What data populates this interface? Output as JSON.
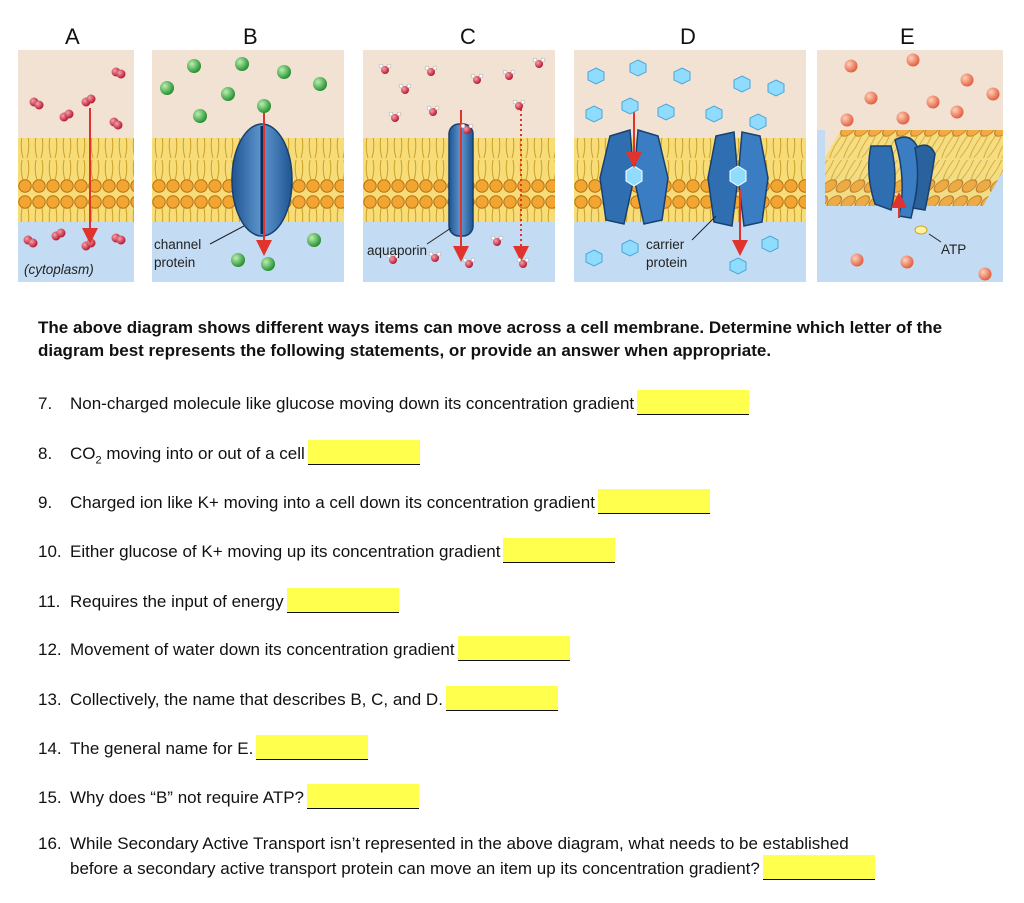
{
  "diagram": {
    "panels": [
      {
        "letter": "A",
        "labels": [
          "(cytoplasm)"
        ]
      },
      {
        "letter": "B",
        "labels": [
          "channel",
          "protein"
        ]
      },
      {
        "letter": "C",
        "labels": [
          "aquaporin"
        ]
      },
      {
        "letter": "D",
        "labels": [
          "carrier",
          "protein"
        ]
      },
      {
        "letter": "E",
        "labels": [
          "ATP"
        ]
      }
    ],
    "colors": {
      "extracellular": "#f2e2d4",
      "cytoplasm": "#c3dcf3",
      "lipid_head": "#f2a531",
      "lipid_tail": "#f7dc78",
      "protein": "#2f6fb1",
      "arrow": "#e0332e"
    }
  },
  "instructions": "The above diagram shows different ways items can move across a cell membrane.  Determine which letter of the diagram best represents the following statements, or provide an answer when appropriate.",
  "questions": [
    {
      "num": "7.",
      "text": "Non-charged molecule like glucose moving down its concentration gradient"
    },
    {
      "num": "8.",
      "text_before": "CO",
      "subscript": "2",
      "text_after": " moving into or out of a cell"
    },
    {
      "num": "9.",
      "text": "Charged ion like K+ moving into a cell down its concentration gradient"
    },
    {
      "num": "10.",
      "text": "Either glucose of K+ moving up its concentration gradient"
    },
    {
      "num": "11.",
      "text": "Requires the input of energy"
    },
    {
      "num": "12.",
      "text": "Movement of water down its concentration gradient"
    },
    {
      "num": "13.",
      "text": "Collectively, the name that describes B, C, and D."
    },
    {
      "num": "14.",
      "text": "The general name for E."
    },
    {
      "num": "15.",
      "text": "Why does “B” not require ATP?"
    },
    {
      "num": "16.",
      "line1": "While Secondary Active Transport isn’t represented in the above diagram, what needs to be established",
      "line2": "before a secondary active transport protein can move an item up its concentration gradient?"
    }
  ]
}
